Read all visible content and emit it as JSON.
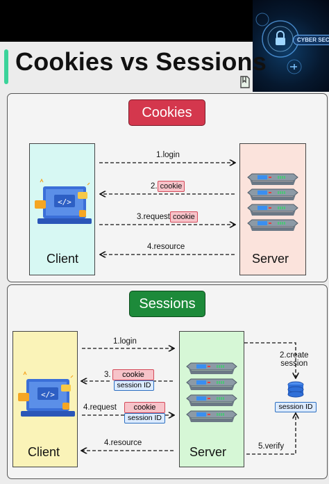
{
  "title": "Cookies vs Sessions",
  "banner": {
    "label": "CYBER SECU"
  },
  "cookies_panel": {
    "header": "Cookies",
    "client_label": "Client",
    "server_label": "Server",
    "arrows": {
      "a1": "1.login",
      "a2_prefix": "2.",
      "a2_pill": "cookie",
      "a3_prefix": "3.request",
      "a3_pill": "cookie",
      "a4": "4.resource"
    }
  },
  "sessions_panel": {
    "header": "Sessions",
    "client_label": "Client",
    "server_label": "Server",
    "arrows": {
      "a1": "1.login",
      "a2": "2.create\nsession",
      "a3_prefix": "3.",
      "a3_pill_top": "cookie",
      "a3_pill_bottom": "session ID",
      "a4_prefix": "4.request",
      "a4_pill_top": "cookie",
      "a4_pill_bottom": "session ID",
      "a4_resource": "4.resource",
      "a5": "5.verify",
      "db_label": "session ID"
    }
  },
  "colors": {
    "cookies_header": "#d4374d",
    "sessions_header": "#1d8a3a",
    "client_cookies_bg": "#d7f8f3",
    "server_cookies_bg": "#fbe3dc",
    "client_sessions_bg": "#faf3b8",
    "server_sessions_bg": "#d6f7d6",
    "title_accent": "#3bd39a"
  }
}
